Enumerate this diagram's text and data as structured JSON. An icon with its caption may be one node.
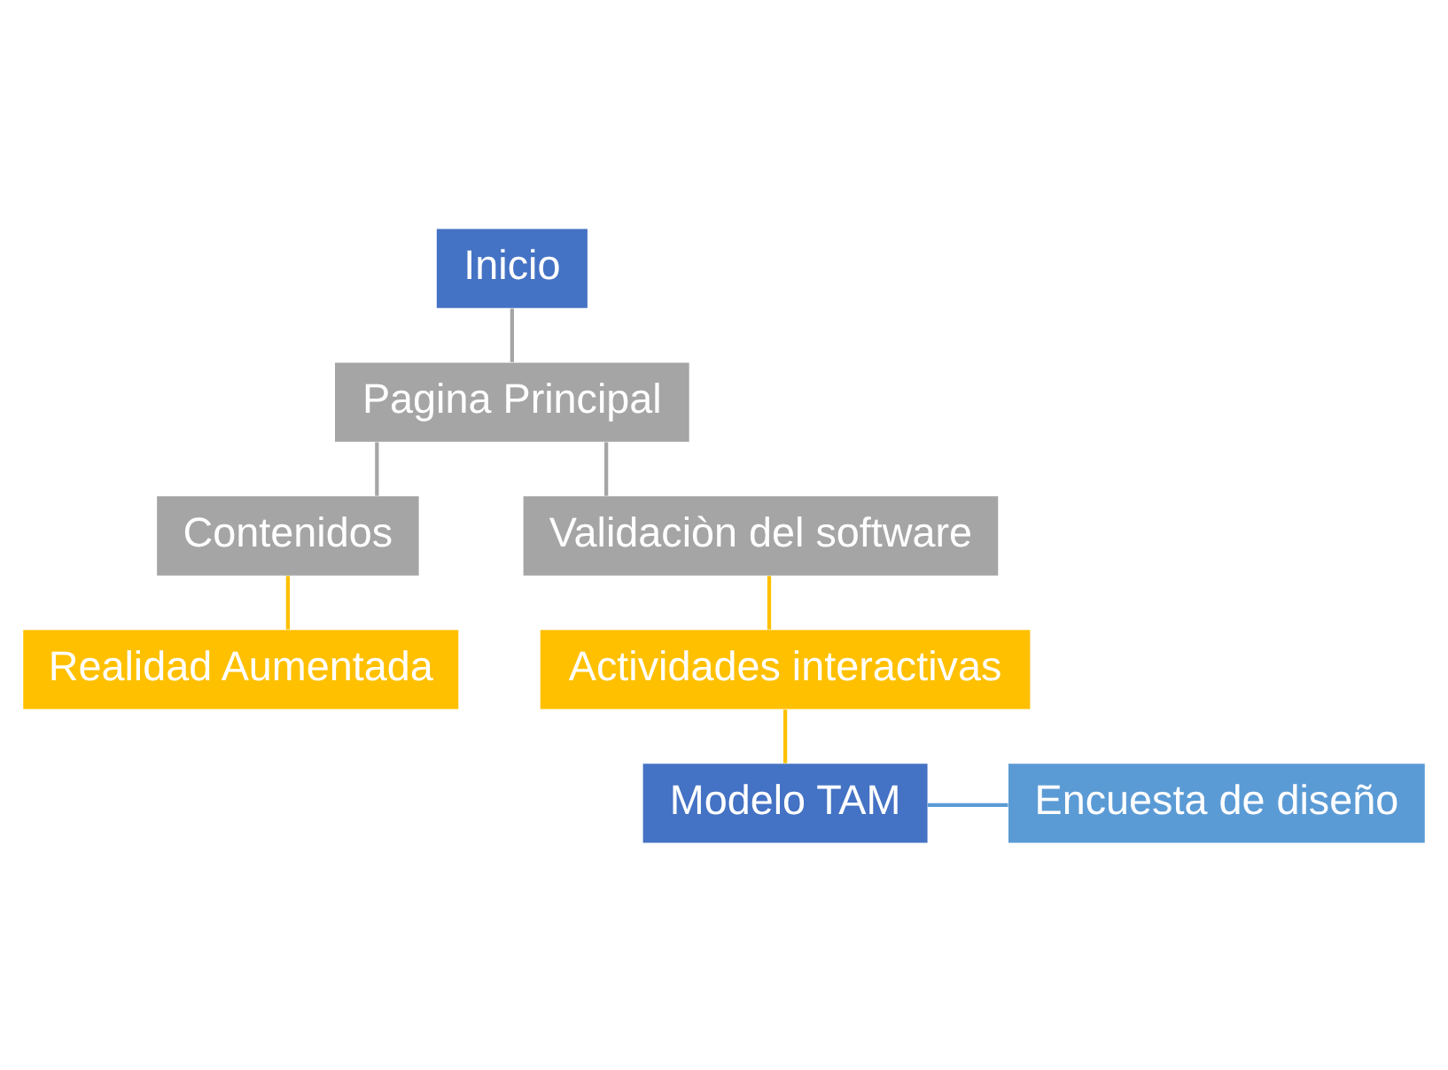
{
  "diagram": {
    "nodes": [
      {
        "text": [
          "Inicio"
        ]
      },
      {
        "text": [
          "Pagina Principal"
        ]
      },
      {
        "text": [
          "Contenidos"
        ]
      },
      {
        "text": [
          "Validaciòn del software"
        ]
      },
      {
        "text": [
          "Realidad Aumentada"
        ]
      },
      {
        "text": [
          "Actividades interactivas"
        ]
      },
      {
        "text": [
          "Modelo TAM"
        ]
      },
      {
        "text": [
          "Encuesta de diseño"
        ]
      }
    ],
    "edges": [
      {
        "from": 0,
        "to": 1,
        "arrow": "none",
        "color": "#a5a5a5"
      },
      {
        "from": 1,
        "to": 2,
        "arrow": "none",
        "color": "#a5a5a5"
      },
      {
        "from": 1,
        "to": 3,
        "arrow": "none",
        "color": "#a5a5a5"
      },
      {
        "from": 2,
        "to": 4,
        "arrow": "none",
        "color": "#ffc000"
      },
      {
        "from": 3,
        "to": 5,
        "arrow": "none",
        "color": "#ffc000"
      },
      {
        "from": 5,
        "to": 6,
        "arrow": "none",
        "color": "#ffc000"
      },
      {
        "from": 6,
        "to": 7,
        "arrow": "none",
        "color": "#5b9bd5"
      }
    ]
  }
}
